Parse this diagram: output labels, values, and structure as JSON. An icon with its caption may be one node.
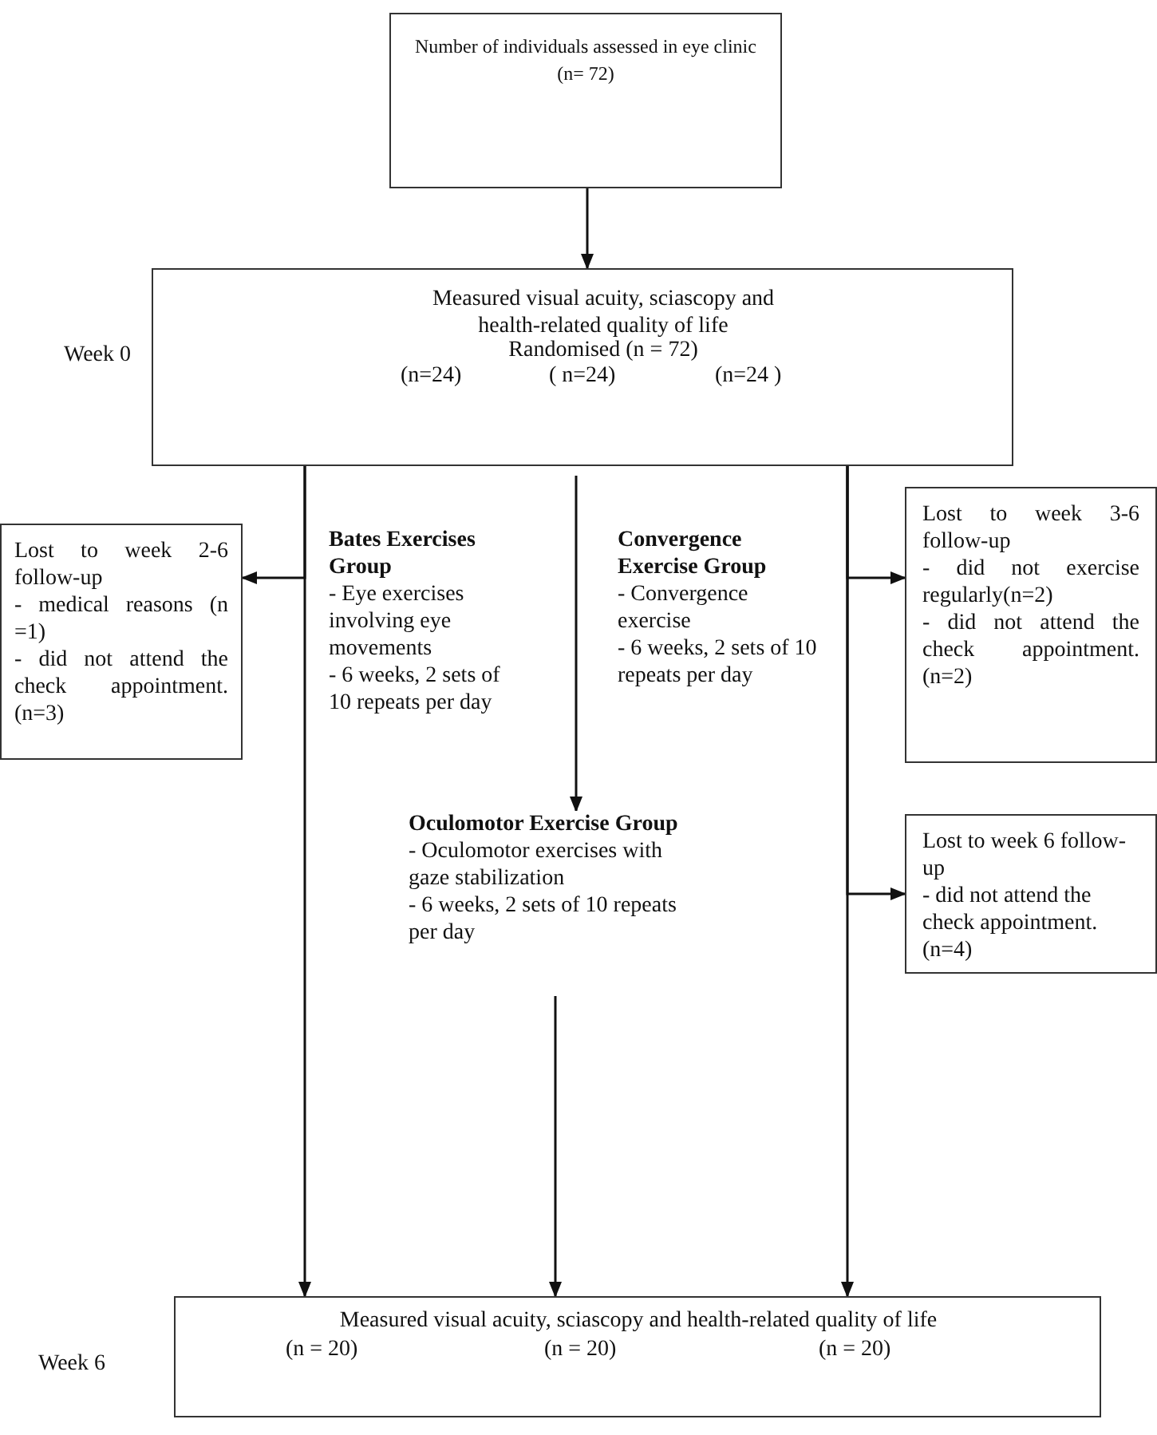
{
  "diagram": {
    "nodes": [
      {
        "text": [
          "Number of individuals assessed in eye clinic (n= 72)"
        ]
      },
      {
        "text": [
          "Measured visual acuity, sciascopy and health-related quality of life",
          "Randomised (n = 72)",
          "(n=24)",
          "( n=24)",
          "(n=24 )"
        ]
      },
      {
        "text": [
          "Lost to week 2-6 follow-up",
          "- medical reasons (n =1)",
          "- did not attend the check appointment. (n=3)"
        ]
      },
      {
        "text": [
          "Lost to week 3-6 follow-up",
          "- did not exercise regularly(n=2)",
          "- did not attend the check appointment. (n=2)"
        ]
      },
      {
        "text": [
          "Oculomotor Exercise Group",
          "- Oculomotor exercises with gaze stabilization",
          "- 6 weeks, 2 sets of 10 repeats per day"
        ]
      },
      {
        "text": [
          "Lost to week 6 follow-up",
          "- did not attend the check appointment. (n=4)"
        ]
      },
      {
        "text": [
          "Measured visual acuity, sciascopy and health-related quality of life",
          "(n = 20)",
          "(n = 20)",
          "(n = 20)"
        ]
      }
    ],
    "edges": [
      {
        "from": 0,
        "to": 1,
        "arrow": "to"
      },
      {
        "from": 1,
        "to": 6,
        "arrow": "to"
      },
      {
        "from": 1,
        "to": 2,
        "arrow": "to"
      },
      {
        "from": 1,
        "to": 4,
        "arrow": "to"
      },
      {
        "from": 4,
        "to": 6,
        "arrow": "to"
      },
      {
        "from": 1,
        "to": 6,
        "arrow": "to"
      },
      {
        "from": 1,
        "to": 3,
        "arrow": "to"
      },
      {
        "from": 1,
        "to": 5,
        "arrow": "to"
      }
    ],
    "labels": [
      "Week 0",
      "Bates Exercises Group",
      "- Eye exercises involving eye movements",
      "- 6 weeks, 2 sets of 10 repeats per day",
      "Convergence Exercise Group",
      "- Convergence exercise",
      "- 6 weeks, 2 sets of 10 repeats per day",
      "Week 6"
    ]
  }
}
